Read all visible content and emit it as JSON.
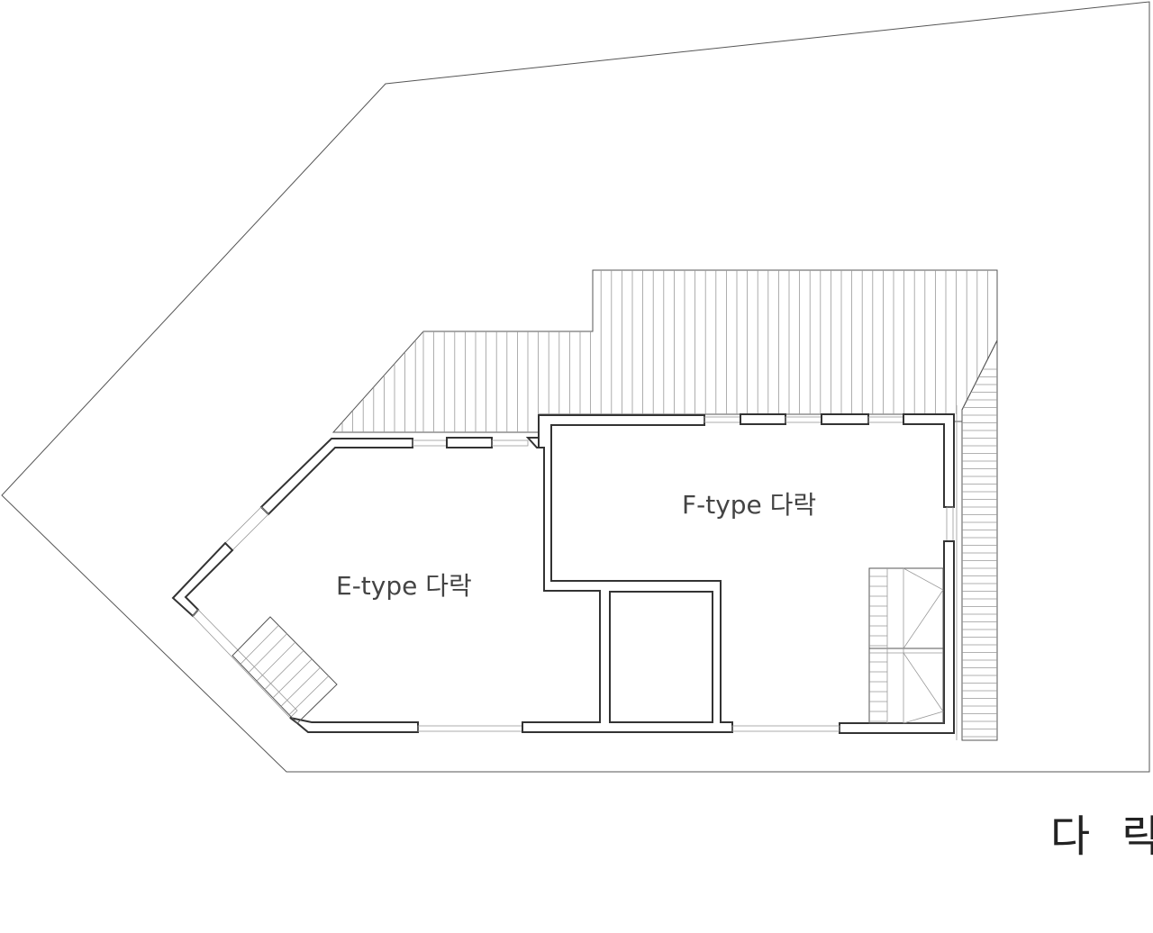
{
  "plan": {
    "title": "다 락",
    "rooms": [
      {
        "key": "e",
        "label": "E-type 다락"
      },
      {
        "key": "f",
        "label": "F-type 다락"
      }
    ]
  }
}
